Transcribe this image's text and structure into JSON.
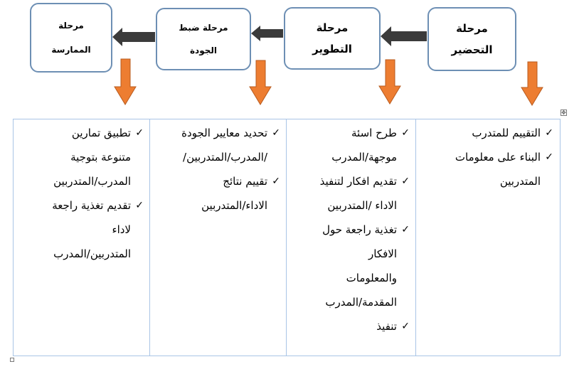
{
  "stages": [
    {
      "id": "preparation",
      "label": "مرحلة\nالتحضير"
    },
    {
      "id": "development",
      "label": "مرحلة\nالتطوير"
    },
    {
      "id": "quality",
      "label": "مرحلة ضبط\nالجودة"
    },
    {
      "id": "practice",
      "label": "مرحلة\nالممارسة"
    }
  ],
  "columns": [
    {
      "id": "preparation",
      "items": [
        "التقييم للمتدرب",
        "البناء على معلومات\nالمتدربين"
      ]
    },
    {
      "id": "development",
      "items": [
        "طرح اسئة\nموجهة/المدرب",
        "تقديم افكار لتنفيذ\nالاداء /المتدربين",
        "تغذية راجعة حول\nالافكار\nوالمعلومات\nالمقدمة/المدرب",
        "تنفيذ"
      ]
    },
    {
      "id": "quality",
      "items": [
        "تحديد معايير الجودة\n/المدرب/المتدربين/",
        "تقييم نتائج\nالاداء/المتدربين"
      ]
    },
    {
      "id": "practice",
      "items": [
        "تطبيق تمارين\nمتنوعة بتوجية\nالمدرب/المتدربين",
        "تقديم تغذية راجعة\nلاداء\nالمتدربين/المدرب"
      ]
    }
  ],
  "colors": {
    "box_border": "#6d8fb4",
    "flow_arrow": "#3b3b3b",
    "down_arrow": "#ed7d31",
    "down_arrow_border": "#b85b1f",
    "table_border": "#a9c5e6"
  },
  "icons": {
    "bullet": "check-icon",
    "table_handle": "move-handle-icon"
  }
}
